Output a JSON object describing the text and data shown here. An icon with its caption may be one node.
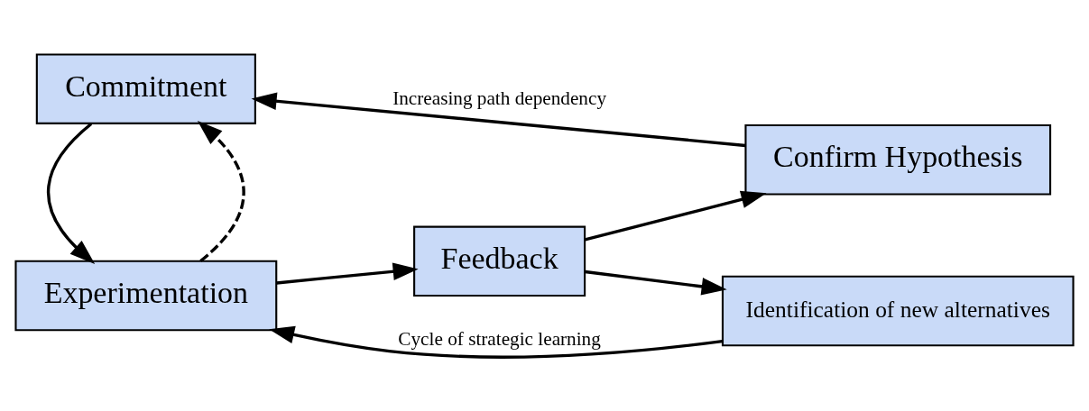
{
  "diagram": {
    "nodes": [
      {
        "text": [
          "Experimentation"
        ]
      },
      {
        "text": [
          "Feedback"
        ]
      },
      {
        "text": [
          "Identification of new alternatives"
        ]
      },
      {
        "text": [
          "Confirm Hypothesis"
        ]
      },
      {
        "text": [
          "Commitment"
        ]
      }
    ],
    "edges": [
      {
        "from": 0,
        "to": 1,
        "arrow": "to"
      },
      {
        "from": 1,
        "to": 2,
        "arrow": "to"
      },
      {
        "from": 1,
        "to": 3,
        "arrow": "to"
      },
      {
        "from": 0,
        "to": 4,
        "arrow": "to",
        "style": "dashed"
      },
      {
        "from": 2,
        "to": 0,
        "arrow": "to",
        "label": "Cycle of strategic learning"
      },
      {
        "from": 3,
        "to": 4,
        "arrow": "to",
        "label": "Increasing path dependency"
      },
      {
        "from": 4,
        "to": 0,
        "arrow": "to"
      }
    ]
  }
}
